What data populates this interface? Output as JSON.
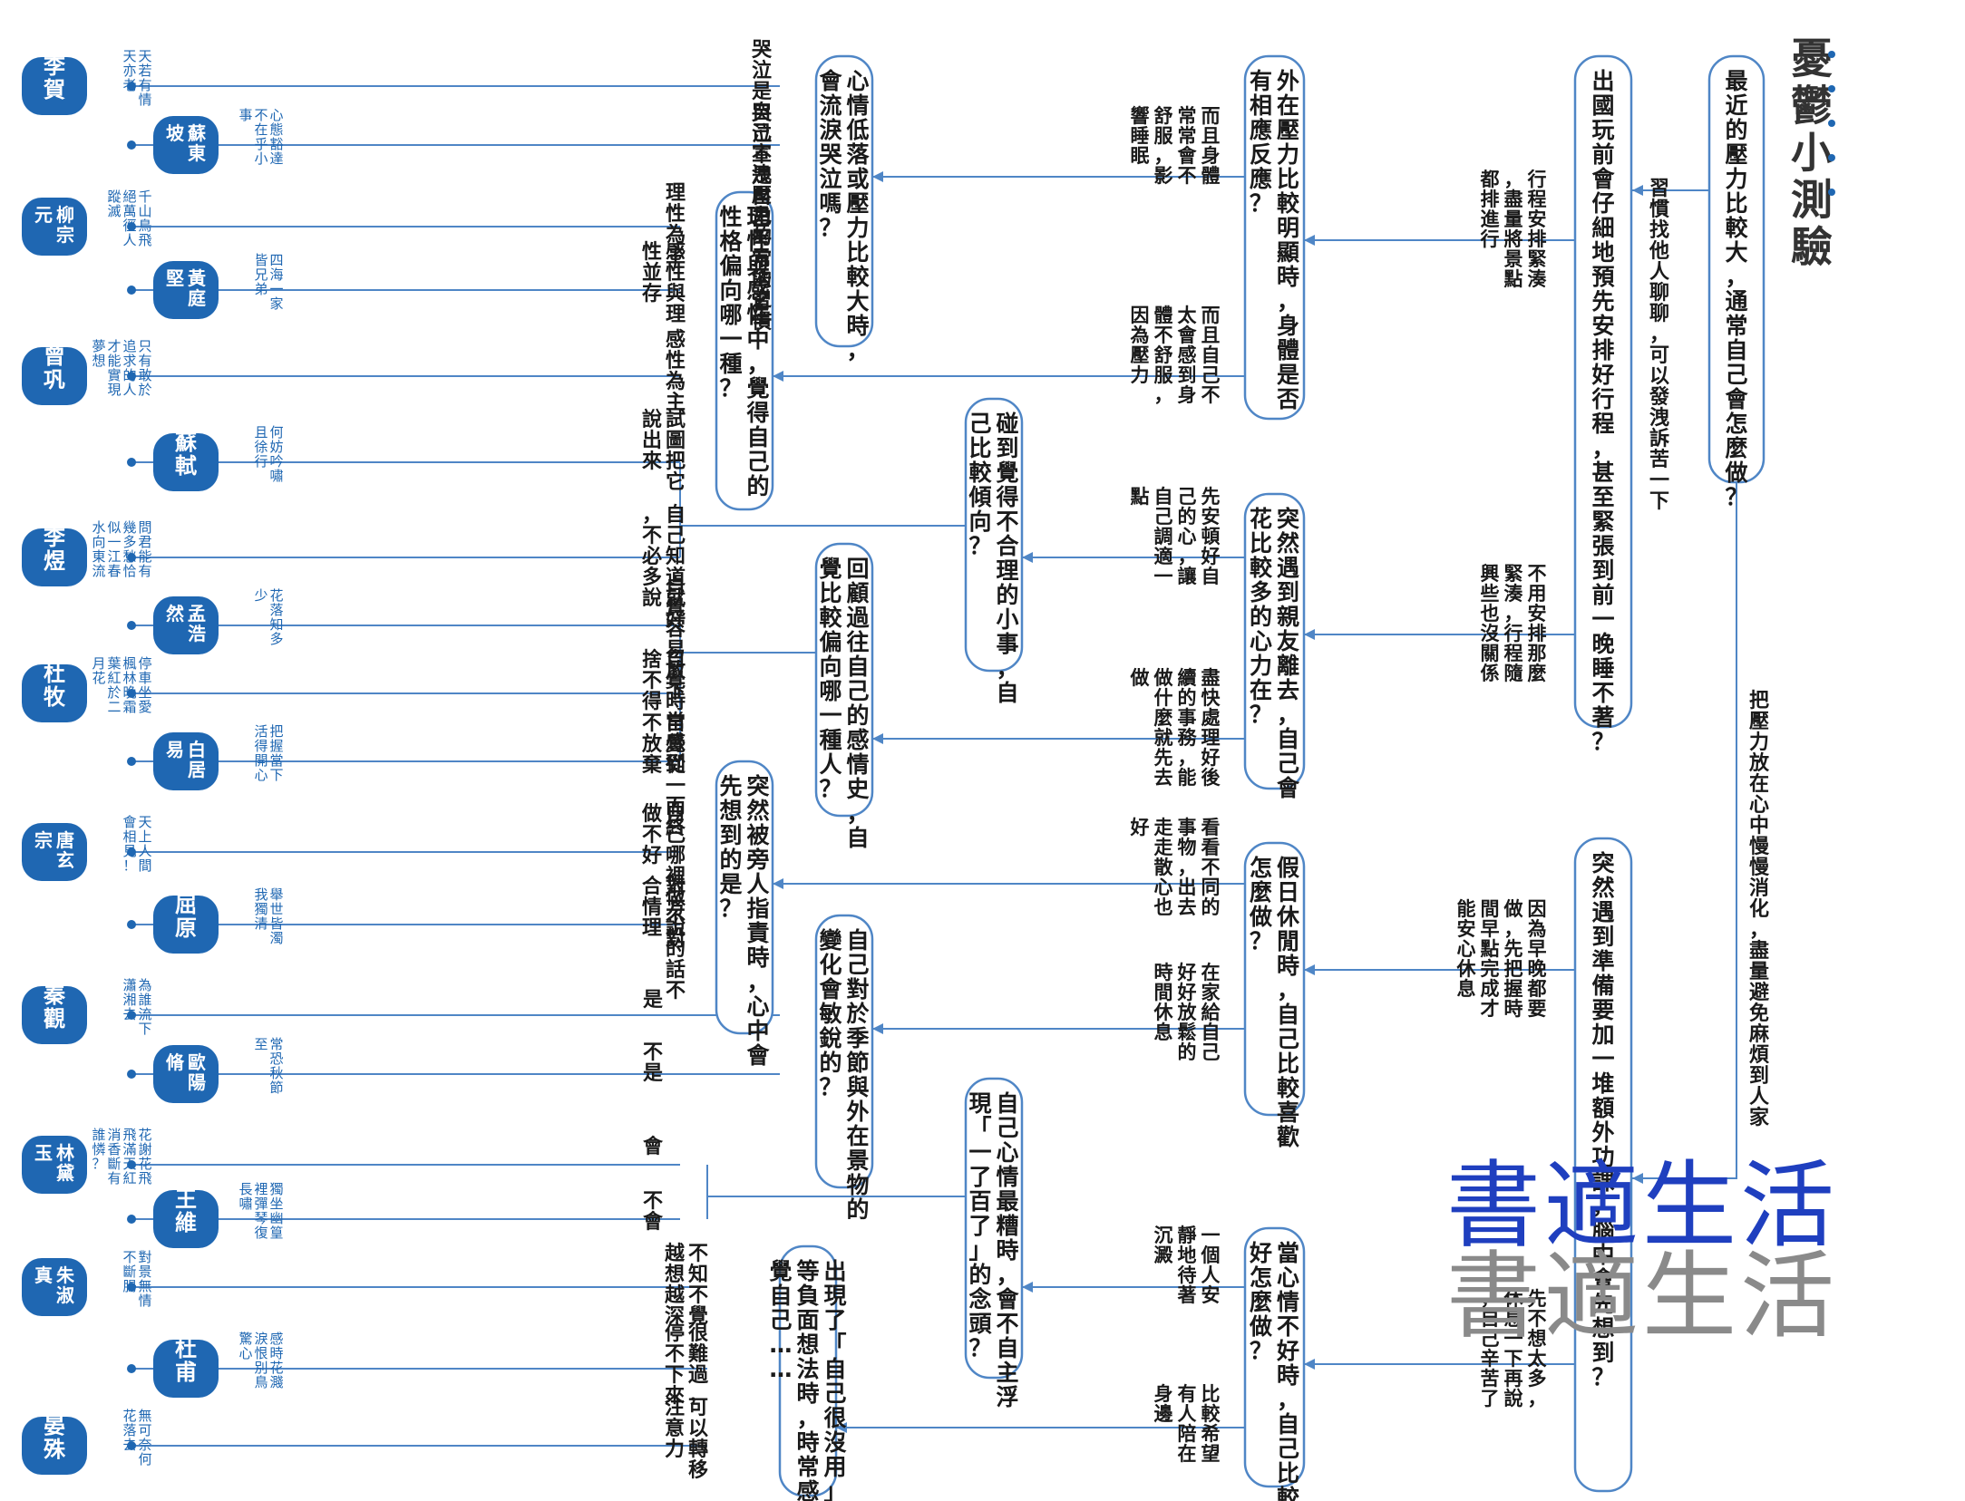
{
  "title": "憂鬱小測驗",
  "watermark": {
    "line1": "書適生活",
    "line2": "書適生活"
  },
  "colors": {
    "accent": "#1f67b2",
    "line": "#4f86c6",
    "watermark_blue": "#1f3fbf",
    "watermark_gray": "#8a8a8a"
  },
  "questions": [
    {
      "id": "q1",
      "text": "最近的壓力比較大，通常自己會怎麼做？"
    },
    {
      "id": "q2a",
      "text": "出國玩前會仔細地預先安排好行程，甚至緊張到前一晚睡不著？"
    },
    {
      "id": "q2b",
      "text": "突然遇到準備要加一堆額外功課，腦中會先想到？"
    },
    {
      "id": "q3a",
      "text": "外在壓力比較明顯時，身體是否有相應反應？"
    },
    {
      "id": "q3b",
      "text": "突然遇到親友離去，自己會花比較多的心力在？"
    },
    {
      "id": "q3c",
      "text": "假日休閒時，自己比較喜歡怎麼做？"
    },
    {
      "id": "q3d",
      "text": "當心情不好時，自己比較偏好怎麼做？"
    },
    {
      "id": "q4a",
      "text": "心情低落或壓力比較大時，會流淚哭泣嗎？"
    },
    {
      "id": "q4b",
      "text": "理性與感性中，覺得自己的性格偏向哪一種？"
    },
    {
      "id": "q4c",
      "text": "碰到覺得不合理的小事，自己比較傾向？"
    },
    {
      "id": "q4d",
      "text": "回顧過往自己的感情史，自覺比較偏向哪一種人？"
    },
    {
      "id": "q4e",
      "text": "突然被旁人指責時，心中會先想到的是？"
    },
    {
      "id": "q4f",
      "text": "自己對於季節與外在景物的變化會敏銳的？"
    },
    {
      "id": "q4g",
      "text": "自己心情最糟時，會不自主浮現「一了百了」的念頭？"
    },
    {
      "id": "q4h",
      "text": "出現了「自己很沒用」等負面想法時，時常感覺自己……"
    }
  ],
  "branch_labels": {
    "q1_a": "習慣找他人聊聊，可以發洩訴苦一下",
    "q1_b": "把壓力放在心中慢慢消化，盡量避免麻煩到人家",
    "q2a_a": "行程安排緊湊，盡量將景點都排進行",
    "q2a_b": "不用安排那麼緊湊，行程隨興些也沒關係",
    "q2b_a": "因為早晚都要做，先把握時間早點完成才能安心休息",
    "q2b_b": "先不想太多，休息一下再說，自己辛苦了",
    "q3a_a": "而且身體常常會不舒服，影響睡眠",
    "q3a_b": "而且自己不太會感到身體不舒服，因為壓力",
    "q3b_a": "先安頓好自己的心，讓自己調適一點",
    "q3b_b": "盡快處理好後續的事務，能做什麼就先去做",
    "q3c_a": "看看不同的事物，出去走走散心也好",
    "q3c_b": "在家給自己好好放鬆的時間休息",
    "q3d_a": "一個人安靜地待著沉澱",
    "q3d_b": "比較希望有人陪在身邊"
  },
  "answers": [
    {
      "text": "哭泣是自己宣洩壓力的方法之一"
    },
    {
      "text": "哭泣不是自己平常的習慣"
    },
    {
      "text": "理性為主"
    },
    {
      "text": "感性與理性並存"
    },
    {
      "text": "感性為主"
    },
    {
      "text": "試圖把它說出來"
    },
    {
      "text": "自己知道就好，不必多說"
    },
    {
      "text": "自覺容易放下"
    },
    {
      "text": "自覺時常感到捨不得"
    },
    {
      "text": "自覺從一而終不放棄"
    },
    {
      "text": "自己哪裡做不對做不好"
    },
    {
      "text": "對方說的話不合情理"
    },
    {
      "text": "是"
    },
    {
      "text": "不是"
    },
    {
      "text": "會"
    },
    {
      "text": "不會"
    },
    {
      "text": "不知不覺越想越深"
    },
    {
      "text": "很難過，停不下來"
    },
    {
      "text": "可以轉移注意力"
    }
  ],
  "poets": [
    {
      "name": "李賀",
      "note": "天若有情天亦老"
    },
    {
      "name": "蘇東坡",
      "note": "心態豁達不在乎小事"
    },
    {
      "name": "柳宗元",
      "note": "千山鳥飛絕萬徑人蹤滅"
    },
    {
      "name": "黃庭堅",
      "note": "四海一家皆兄弟"
    },
    {
      "name": "曾巩",
      "note": "只有敢於追求的人才能實現夢想"
    },
    {
      "name": "蘇軾",
      "note": "何妨吟嘯且徐行"
    },
    {
      "name": "李煜",
      "note": "問君能有幾多愁恰似一江春水向東流"
    },
    {
      "name": "孟浩然",
      "note": "花落知多少"
    },
    {
      "name": "杜牧",
      "note": "停車坐愛楓林晚霜葉紅於二月花"
    },
    {
      "name": "白居易",
      "note": "把握當下活得開心"
    },
    {
      "name": "唐玄宗",
      "note": "天上人間會相見！"
    },
    {
      "name": "屈原",
      "note": "舉世皆濁我獨清"
    },
    {
      "name": "秦觀",
      "note": "為誰流下瀟湘去"
    },
    {
      "name": "歐陽脩",
      "note": "常恐秋節至"
    },
    {
      "name": "林黛玉",
      "note": "花謝花飛飛滿天紅消香斷有誰憐？"
    },
    {
      "name": "王維",
      "note": "獨坐幽篁裡彈琴復長嘯"
    },
    {
      "name": "朱淑真",
      "note": "對景無情不斷腸"
    },
    {
      "name": "杜甫",
      "note": "感時花濺淚恨別鳥驚心"
    },
    {
      "name": "晏殊",
      "note": "無可奈何花落去"
    }
  ]
}
